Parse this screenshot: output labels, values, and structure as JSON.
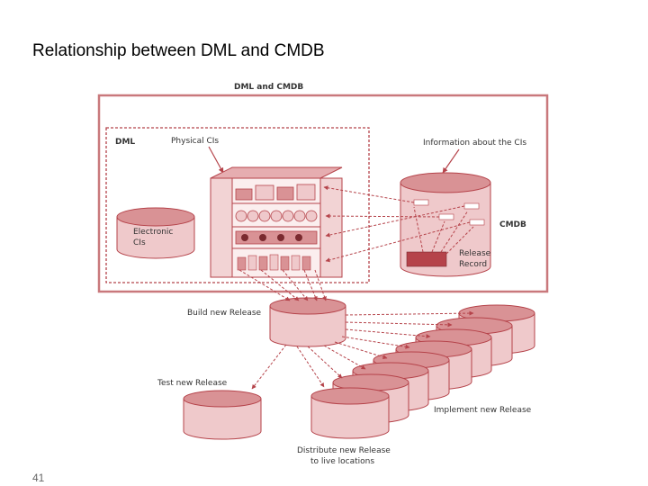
{
  "slide": {
    "title": "Relationship between DML and CMDB",
    "page_number": "41"
  },
  "diagram": {
    "outer_title": "DML and CMDB",
    "dml_label": "DML",
    "physical_cis_label": "Physical CIs",
    "info_label": "Information about the CIs",
    "electronic_label_1": "Electronic",
    "electronic_label_2": "CIs",
    "cmdb_label": "CMDB",
    "release_record_1": "Release",
    "release_record_2": "Record",
    "build_label": "Build new Release",
    "test_label": "Test new Release",
    "implement_label": "Implement new Release",
    "distribute_label_1": "Distribute new Release",
    "distribute_label_2": "to live locations"
  },
  "colors": {
    "accent": "#b5434a",
    "fill_light": "#efc9cb",
    "fill_mid": "#d99295",
    "shelf": "#f2d3d4"
  }
}
